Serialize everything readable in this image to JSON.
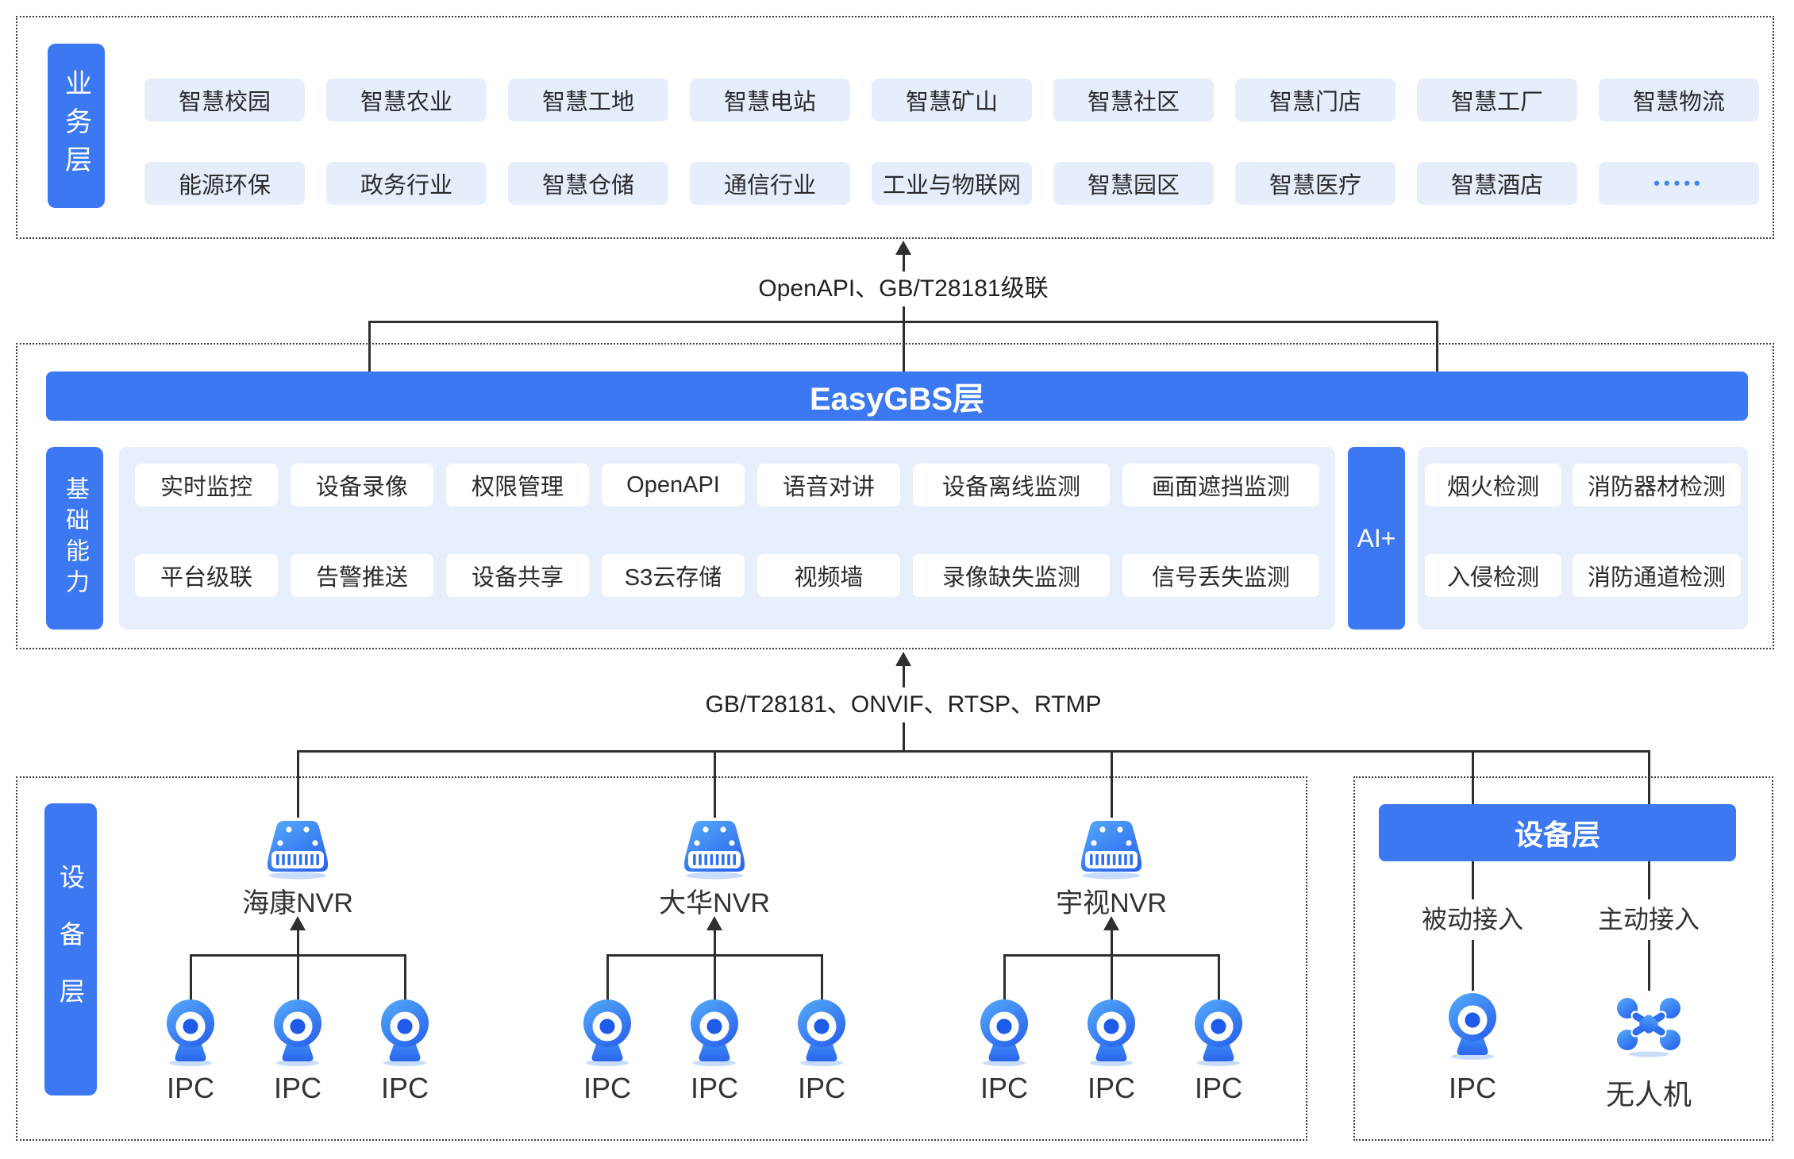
{
  "business_layer": {
    "label": "业务层",
    "row1": [
      "智慧校园",
      "智慧农业",
      "智慧工地",
      "智慧电站",
      "智慧矿山",
      "智慧社区",
      "智慧门店",
      "智慧工厂",
      "智慧物流"
    ],
    "row2": [
      "能源环保",
      "政务行业",
      "智慧仓储",
      "通信行业",
      "工业与物联网",
      "智慧园区",
      "智慧医疗",
      "智慧酒店",
      "•••••"
    ]
  },
  "connector_top": {
    "label": "OpenAPI、GB/T28181级联"
  },
  "easygbs_layer": {
    "title": "EasyGBS层",
    "capability_label": "基础能力",
    "capabilities_row1": [
      "实时监控",
      "设备录像",
      "权限管理",
      "OpenAPI",
      "语音对讲",
      "设备离线监测",
      "画面遮挡监测"
    ],
    "capabilities_row2": [
      "平台级联",
      "告警推送",
      "设备共享",
      "S3云存储",
      "视频墙",
      "录像缺失监测",
      "信号丢失监测"
    ],
    "ai_label": "AI+",
    "ai_row1": [
      "烟火检测",
      "消防器材检测"
    ],
    "ai_row2": [
      "入侵检测",
      "消防通道检测"
    ]
  },
  "connector_bottom": {
    "label": "GB/T28181、ONVIF、RTSP、RTMP"
  },
  "device_layer": {
    "left_label": "设备层",
    "right_header": "设备层",
    "nvr_groups": [
      {
        "name": "海康NVR"
      },
      {
        "name": "大华NVR"
      },
      {
        "name": "宇视NVR"
      }
    ],
    "ipc_label": "IPC",
    "passive_label": "被动接入",
    "active_label": "主动接入",
    "drone_label": "无人机"
  },
  "icons": [
    "nvr-icon",
    "ipc-camera-icon",
    "drone-icon"
  ],
  "colors": {
    "primary_blue": "#3B78F2",
    "light_panel": "#E7EEFC",
    "pill_bg": "#E6EEFC",
    "line": "#2F2F2F",
    "icon_gradient_start": "#4AA3F8",
    "icon_gradient_end": "#2B6AEF",
    "icon_shadow": "#C6DCFA",
    "dots": "#3F87F5"
  }
}
